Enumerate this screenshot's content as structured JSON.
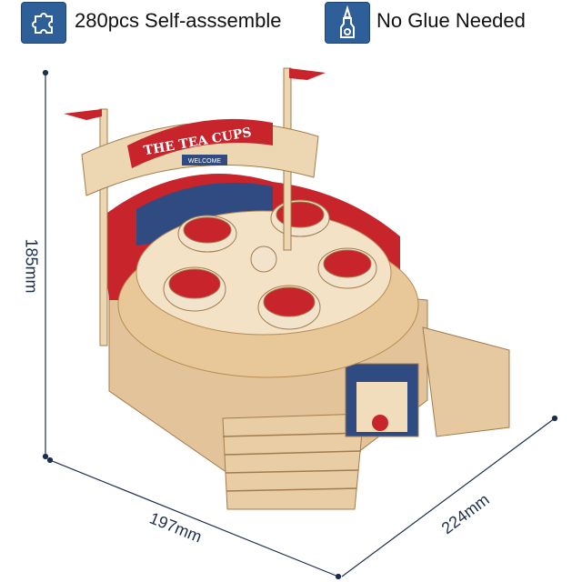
{
  "features": [
    {
      "icon": "puzzle-piece-icon",
      "label": "280pcs Self-asssemble"
    },
    {
      "icon": "glue-bottle-icon",
      "label": "No Glue Needed"
    }
  ],
  "dimensions": {
    "height": "185mm",
    "width": "197mm",
    "depth": "224mm"
  },
  "product": {
    "banner_text": "THE TEA CUPS",
    "sign_text": "WELCOME"
  },
  "colors": {
    "badge": "#2f5f99",
    "dimension_line": "#1d2f4e",
    "wood": "#e6c9a0",
    "red": "#c8242b"
  }
}
